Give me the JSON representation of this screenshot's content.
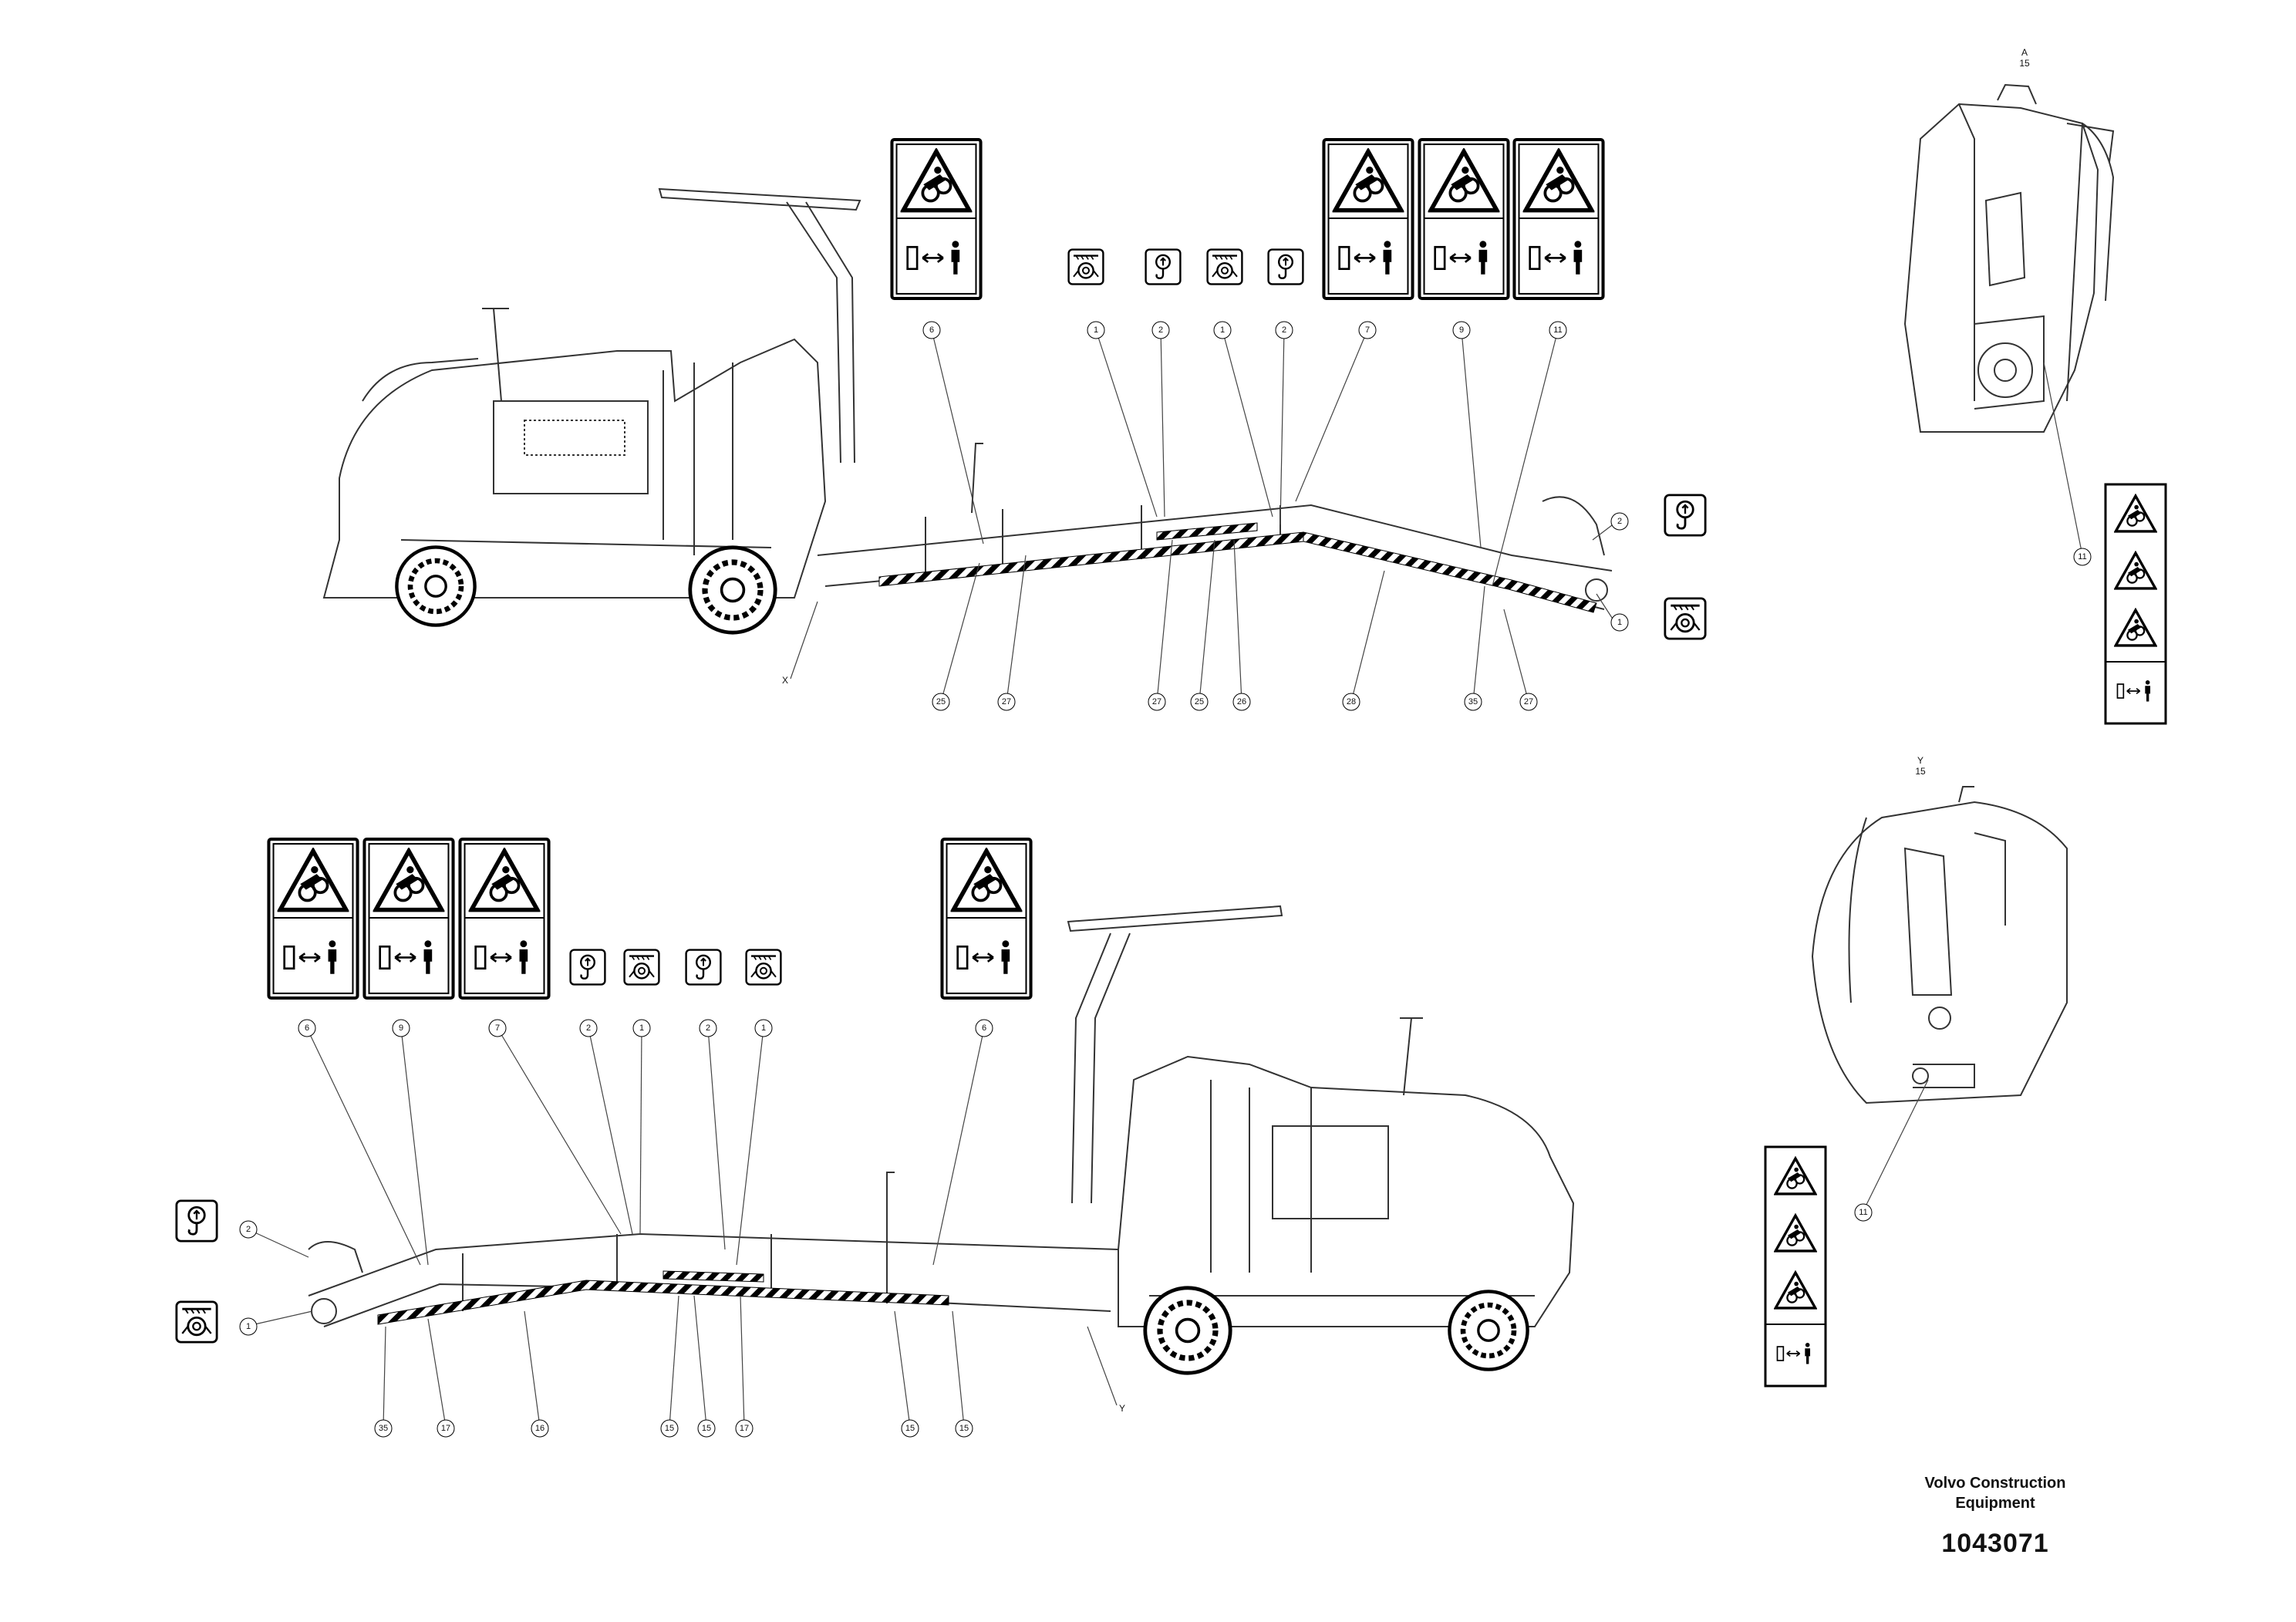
{
  "document": {
    "publisher_line1": "Volvo Construction",
    "publisher_line2": "Equipment",
    "drawing_number": "1043071"
  },
  "views": {
    "detail_a": "A",
    "detail_a_scale": "15",
    "detail_y": "Y",
    "detail_y_scale": "15",
    "ref_x": "X",
    "ref_y": "Y"
  },
  "callouts_top_upper": [
    "6",
    "1",
    "2",
    "1",
    "2",
    "7",
    "9",
    "11"
  ],
  "callouts_top_lower": [
    "25",
    "27",
    "27",
    "25",
    "26",
    "28",
    "35",
    "27"
  ],
  "callouts_top_right": [
    "2",
    "1"
  ],
  "callouts_bottom_upper": [
    "6",
    "9",
    "7",
    "2",
    "1",
    "2",
    "1",
    "6"
  ],
  "callouts_bottom_lower": [
    "35",
    "17",
    "16",
    "15",
    "15",
    "17",
    "15",
    "15"
  ],
  "callouts_bottom_left": [
    "2",
    "1"
  ],
  "callout_detail_a": "11",
  "callout_detail_y": "11",
  "decals": {
    "warning": "warning-triangle-icon",
    "distance": "keep-distance-icon",
    "lift": "lifting-point-icon",
    "tie": "tie-down-point-icon"
  }
}
